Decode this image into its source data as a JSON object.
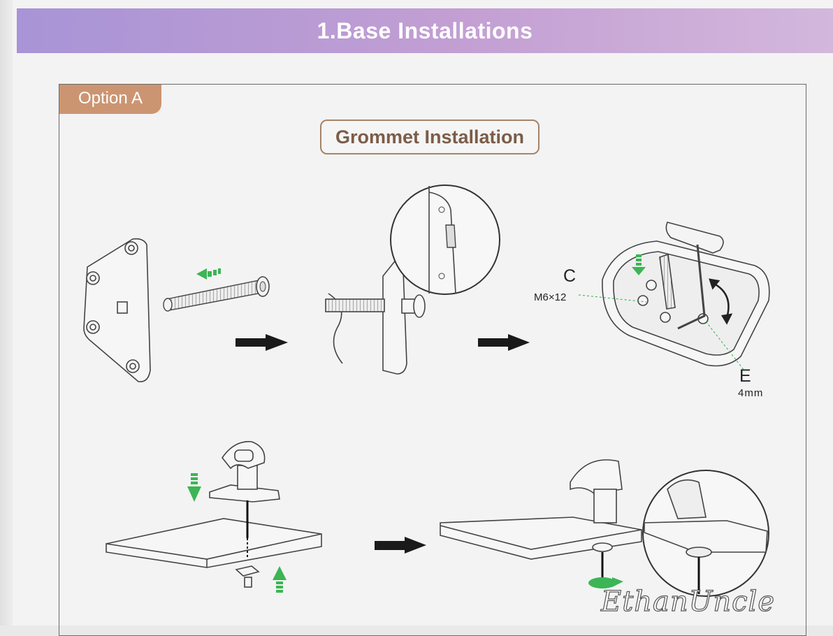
{
  "header": {
    "title": "1.Base Installations"
  },
  "option": {
    "label": "Option A"
  },
  "section": {
    "title": "Grommet Installation"
  },
  "callouts": {
    "c_letter": "C",
    "c_spec": "M6×12",
    "e_letter": "E",
    "e_spec": "4mm"
  },
  "watermark": {
    "text": "EthanUncle"
  },
  "colors": {
    "banner_start": "#a894d6",
    "banner_end": "#d3b7dc",
    "tab": "#cc9572",
    "title_border": "#a58468",
    "arrow_green": "#2fae4a",
    "arrow_black": "#1a1a1a"
  },
  "icons": [
    "green-arrow-left-icon",
    "green-arrow-down-icon",
    "green-arrow-up-icon",
    "black-arrow-right-icon",
    "rotation-arrow-icon"
  ]
}
